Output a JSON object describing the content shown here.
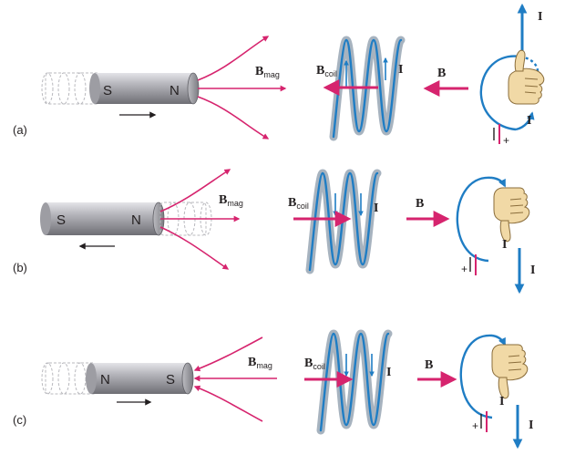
{
  "colors": {
    "field": "#d6246e",
    "current": "#1f7dc4",
    "wire_outer": "#a7b3bf",
    "magnet_dark": "#6b6b70",
    "magnet_light": "#c8c8cc",
    "battery": "#d6246e",
    "hand": "#f1d9a6"
  },
  "panels": [
    {
      "label": "(a)",
      "magnet_left": "S",
      "magnet_right": "N",
      "b_mag_main": "B",
      "b_mag_sub": "mag",
      "b_coil_main": "B",
      "b_coil_sub": "coil",
      "b_label": "B",
      "i_coil": "I",
      "i_top": "I",
      "i_loop": "I",
      "battery_sign": "+"
    },
    {
      "label": "(b)",
      "magnet_left": "S",
      "magnet_right": "N",
      "b_mag_main": "B",
      "b_mag_sub": "mag",
      "b_coil_main": "B",
      "b_coil_sub": "coil",
      "b_label": "B",
      "i_coil": "I",
      "i_loop": "I",
      "i_bottom": "I",
      "battery_sign": "+"
    },
    {
      "label": "(c)",
      "magnet_left": "N",
      "magnet_right": "S",
      "b_mag_main": "B",
      "b_mag_sub": "mag",
      "b_coil_main": "B",
      "b_coil_sub": "coil",
      "b_label": "B",
      "i_coil": "I",
      "i_loop": "I",
      "i_bottom": "I",
      "battery_sign": "+"
    }
  ]
}
